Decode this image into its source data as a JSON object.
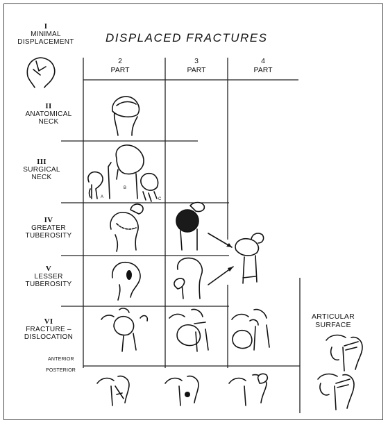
{
  "title": "DISPLACED  FRACTURES",
  "categories": [
    {
      "roman": "I",
      "label": "MINIMAL DISPLACEMENT"
    },
    {
      "roman": "II",
      "label": "ANATOMICAL NECK"
    },
    {
      "roman": "III",
      "label": "SURGICAL NECK"
    },
    {
      "roman": "IV",
      "label": "GREATER TUBEROSITY"
    },
    {
      "roman": "V",
      "label": "LESSER TUBEROSITY"
    },
    {
      "roman": "VI",
      "label": "FRACTURE – DISLOCATION"
    }
  ],
  "columns": [
    {
      "num": "2",
      "label": "PART"
    },
    {
      "num": "3",
      "label": "PART"
    },
    {
      "num": "4",
      "label": "PART"
    }
  ],
  "sub_rows": {
    "anterior": "ANTERIOR",
    "posterior": "POSTERIOR"
  },
  "articular": "ARTICULAR SURFACE",
  "surgical_neck_letters": [
    "A",
    "B",
    "C"
  ]
}
